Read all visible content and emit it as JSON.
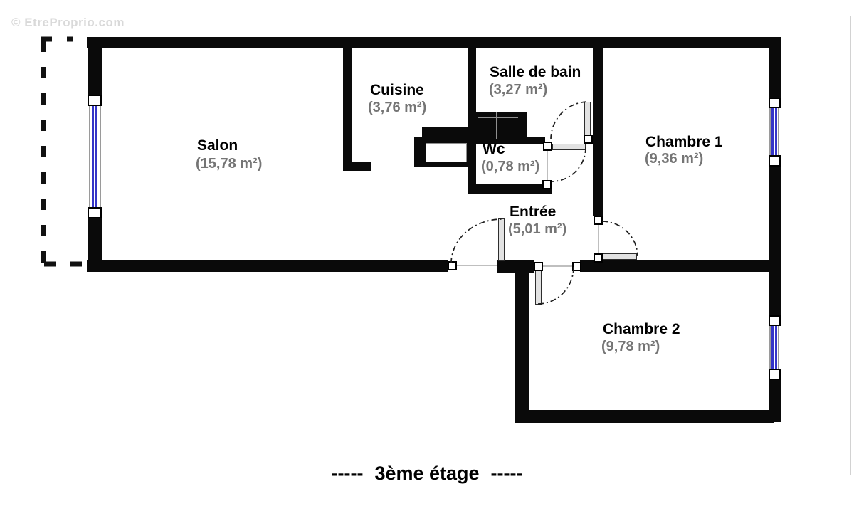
{
  "watermark": "© EtreProprio.com",
  "caption": {
    "left_dashes": "-----",
    "title": "3ème étage",
    "right_dashes": "-----"
  },
  "rooms": {
    "salon": {
      "name": "Salon",
      "area": "(15,78 m²)"
    },
    "cuisine": {
      "name": "Cuisine",
      "area": "(3,76 m²)"
    },
    "salle_de_bain": {
      "name": "Salle de bain",
      "area": "(3,27 m²)"
    },
    "wc": {
      "name": "Wc",
      "area": "(0,78 m²)"
    },
    "entree": {
      "name": "Entrée",
      "area": "(5,01 m²)"
    },
    "chambre_1": {
      "name": "Chambre 1",
      "area": "(9,36 m²)"
    },
    "chambre_2": {
      "name": "Chambre 2",
      "area": "(9,78 m²)"
    }
  },
  "colors": {
    "wall": "#0a0a0a",
    "window_blue": "#3434c8",
    "area_text_gray": "#757575",
    "watermark_gray": "#d9d9d9"
  },
  "icons": {
    "window": "double-blue-line-window",
    "door": "quarter-circle-swing-door",
    "balcony": "dashed-outline"
  }
}
